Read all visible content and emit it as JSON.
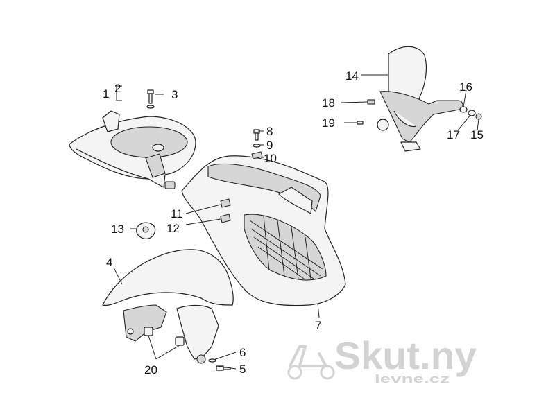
{
  "labels": {
    "l1": "1",
    "l2": "2",
    "l3": "3",
    "l4": "4",
    "l5": "5",
    "l6": "6",
    "l7": "7",
    "l8": "8",
    "l9": "9",
    "l10": "10",
    "l11": "11",
    "l12": "12",
    "l13": "13",
    "l14": "14",
    "l15": "15",
    "l16": "16",
    "l17": "17",
    "l18": "18",
    "l19": "19",
    "l20": "20"
  },
  "watermark": {
    "brand": "Skut.ny",
    "domain": "levne.cz"
  }
}
